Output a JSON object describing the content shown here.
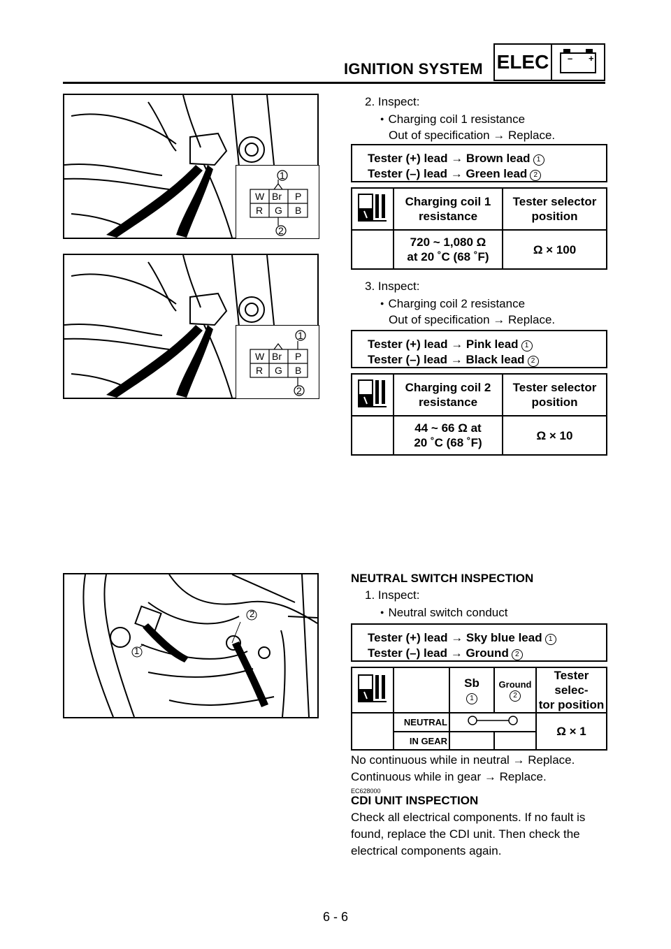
{
  "header": {
    "title": "IGNITION SYSTEM",
    "badge": "ELEC",
    "minus": "–",
    "plus": "+"
  },
  "figure1": {
    "labels": [
      "W",
      "Br",
      "P",
      "R",
      "G",
      "B"
    ],
    "callout1": "1",
    "callout2": "2"
  },
  "figure2": {
    "labels": [
      "W",
      "Br",
      "P",
      "R",
      "G",
      "B"
    ],
    "callout1": "1",
    "callout2": "2"
  },
  "figure3": {
    "callout1": "1",
    "callout2": "2"
  },
  "step2": {
    "title": "2.  Inspect:",
    "bullet": "Charging coil 1 resistance",
    "note": "Out of specification → Replace.",
    "lead_plus": "Tester (+) lead → Brown lead",
    "lead_minus": "Tester (–) lead → Green lead",
    "lead_plus_num": "1",
    "lead_minus_num": "2",
    "col1": "Charging coil 1\nresistance",
    "col2": "Tester selector\nposition",
    "val1": "720 ~ 1,080 Ω\nat 20 ˚C (68 ˚F)",
    "val2": "Ω × 100"
  },
  "step3": {
    "title": "3.  Inspect:",
    "bullet": "Charging coil 2 resistance",
    "note": "Out of specification → Replace.",
    "lead_plus": "Tester (+) lead → Pink lead",
    "lead_minus": "Tester (–) lead → Black lead",
    "lead_plus_num": "1",
    "lead_minus_num": "2",
    "col1": "Charging coil 2\nresistance",
    "col2": "Tester selector\nposition",
    "val1": "44 ~ 66 Ω at\n20 ˚C (68 ˚F)",
    "val2": "Ω × 10"
  },
  "neutral": {
    "heading": "NEUTRAL SWITCH INSPECTION",
    "title": "1.  Inspect:",
    "bullet": "Neutral switch conduct",
    "lead_plus": "Tester (+) lead → Sky blue lead",
    "lead_minus": "Tester (–) lead → Ground",
    "lead_plus_num": "1",
    "lead_minus_num": "2",
    "col_sb": "Sb",
    "col_sb_num": "1",
    "col_ground": "Ground",
    "col_ground_num": "2",
    "col_selector": "Tester selec-\ntor position",
    "row_neutral": "NEUTRAL",
    "row_gear": "IN GEAR",
    "selector_value": "Ω × 1",
    "result1": "No continuous while in neutral → Replace.",
    "result2": "Continuous while in gear → Replace."
  },
  "cdi": {
    "code": "EC628000",
    "heading": "CDI UNIT INSPECTION",
    "body_lines": [
      "Check all electrical components. If no fault is",
      "found, replace the CDI unit. Then check the",
      "electrical components again."
    ]
  },
  "footer": {
    "page": "6 - 6"
  }
}
